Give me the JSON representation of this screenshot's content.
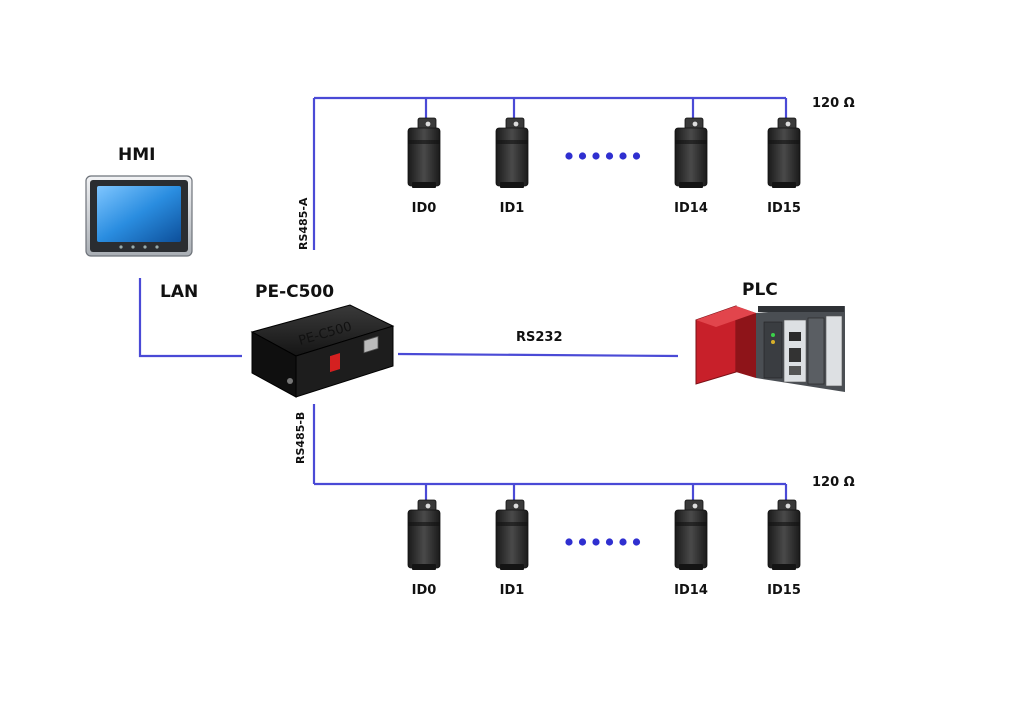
{
  "labels": {
    "hmi": "HMI",
    "lan": "LAN",
    "gateway": "PE-C500",
    "gateway_body_text": "PE-C500",
    "plc": "PLC",
    "rs232": "RS232",
    "rs485_a": "RS485-A",
    "rs485_b": "RS485-B",
    "terminator_a": "120 Ω",
    "terminator_b": "120 Ω"
  },
  "bus_a": {
    "devices": [
      {
        "id": "ID0"
      },
      {
        "id": "ID1"
      },
      {
        "id": "ID14"
      },
      {
        "id": "ID15"
      }
    ]
  },
  "bus_b": {
    "devices": [
      {
        "id": "ID0"
      },
      {
        "id": "ID1"
      },
      {
        "id": "ID14"
      },
      {
        "id": "ID15"
      }
    ]
  },
  "colors": {
    "wire": "#4a4ad6",
    "dots": "#2f2fd0",
    "sensor_body": "#2a2a2a",
    "gateway_body": "#1b1b1b",
    "gateway_switch": "#d42020",
    "plc_red": "#c8202a",
    "plc_gray": "#9aa0a6",
    "hmi_screen": "#2a8de0",
    "hmi_bezel": "#cfd3d8"
  }
}
